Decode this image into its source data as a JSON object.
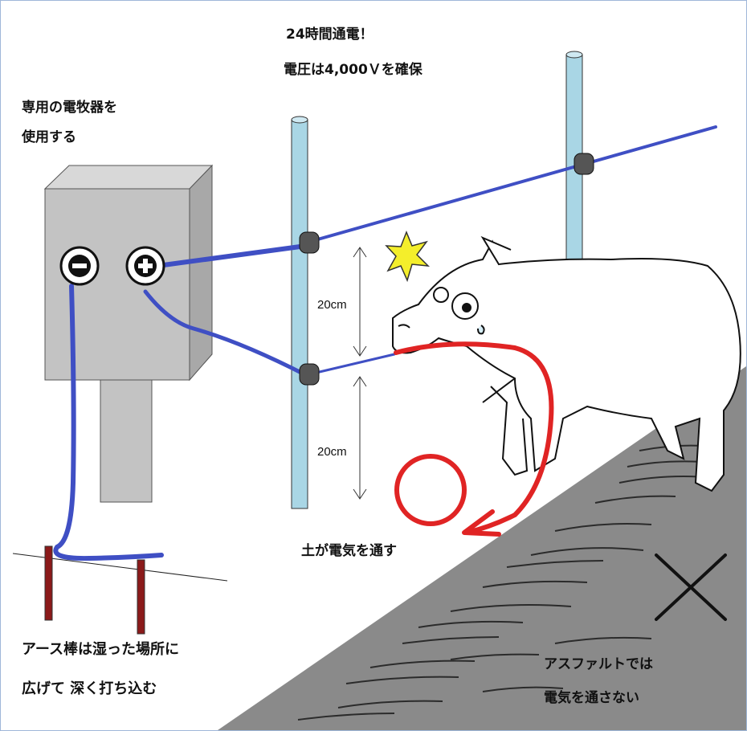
{
  "voltage": {
    "line1": "24時間通電！",
    "line2": "電圧は4,000Ｖを確保"
  },
  "energizer": {
    "line1": "専用の電牧器を",
    "line2": "使用する",
    "minus_symbol": "−",
    "plus_symbol": "+"
  },
  "spacing": {
    "upper": "20cm",
    "lower": "20cm"
  },
  "soil_note": "土が電気を通す",
  "ground_rod": {
    "line1": "アース棒は湿った場所に",
    "line2": "広げて 深く打ち込む"
  },
  "asphalt": {
    "line1": "アスファルトでは",
    "line2": "電気を通さない"
  },
  "colors": {
    "wire": "#3f4fc4",
    "post": "#a9d6e5",
    "energizer_box": "#c3c3c3",
    "ok_mark": "#e02424",
    "asphalt": "#8a8a8a",
    "ground_rod": "#8b1a1a",
    "spark": "#f4ee2b"
  },
  "icons": [
    "minus-terminal-icon",
    "plus-terminal-icon",
    "spark-icon",
    "circle-ok-icon",
    "cross-ng-icon",
    "boar-illustration"
  ]
}
